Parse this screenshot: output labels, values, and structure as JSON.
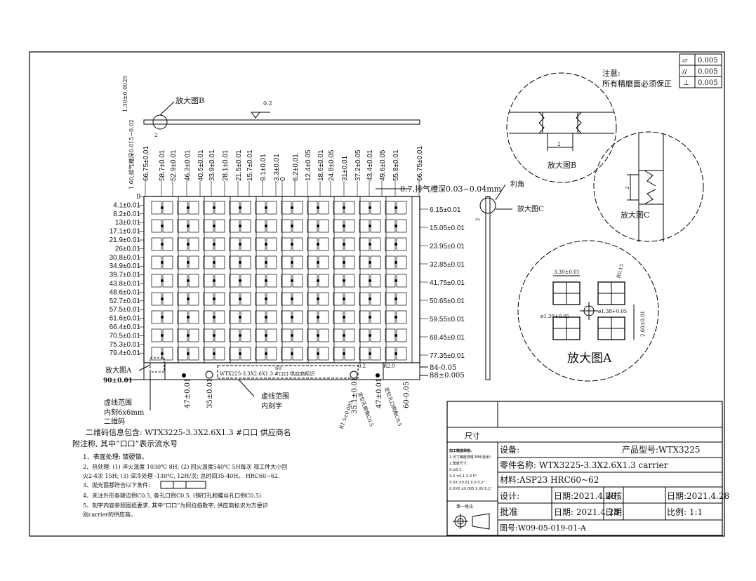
{
  "tolerance_box": [
    {
      "symbol": "▱",
      "value": "0.005"
    },
    {
      "symbol": "//",
      "value": "0.005"
    },
    {
      "symbol": "⊥",
      "value": "0.005"
    }
  ],
  "notes": {
    "title": "注意:",
    "body": "所有精磨面必须保正"
  },
  "top_view": {
    "zoom_b_label": "放大图B",
    "thickness_label": "1.30±0.0025",
    "slot_label": "1.60,排气槽深0.015~0.02",
    "surface_mark": "0.2",
    "small_dim": "2"
  },
  "top_dims": [
    "66.75±0.01",
    "58.7±0.01",
    "52.9±0.01",
    "46.3±0.01",
    "40.5±0.01",
    "33.9±0.01",
    "28.1±0.01",
    "21.5±0.01",
    "15.7±0.01",
    "9.1±0.01",
    "3.3±0.01",
    "0",
    "6.2±0.01",
    "12.4±0.05",
    "18.6±0.01",
    "24.8±0.05",
    "31±0.01",
    "37.2±0.05",
    "43.4±0.01",
    "49.6±0.05",
    "55.8±0.01",
    "66.75±0.01"
  ],
  "slot_note": "0.7,排气槽深0.03~0.04mm",
  "left_dims": [
    "0",
    "4.1±0.01",
    "8.2±0.01",
    "13±0.01",
    "17.1±0.01",
    "21.9±0.01",
    "26±0.01",
    "30.8±0.01",
    "34.9±0.01",
    "39.7±0.01",
    "43.8±0.01",
    "48.6±0.01",
    "52.7±0.01",
    "57.5±0.01",
    "61.6±0.01",
    "66.4±0.01",
    "70.5±0.01",
    "75.3±0.01",
    "79.4±0.01"
  ],
  "left_bottom": {
    "zoom_a": "放大图A",
    "dim_90": "90±0.01"
  },
  "right_dims": [
    "6.15±0.01",
    "15.05±0.01",
    "23.95±0.01",
    "32.85±0.01",
    "41.75±0.01",
    "50.65±0.01",
    "59.55±0.01",
    "68.45±0.01",
    "77.35±0.01"
  ],
  "right_bottom": {
    "dim_84": "84-0.05",
    "dim_88": "88±0.005"
  },
  "bottom_dims": {
    "d47a": "47±0.01",
    "d35": "35±0.01",
    "d351": "35.1±0.01",
    "d47b": "47±0.01",
    "d60": "60-0.05",
    "dim_60": "60",
    "engrave": "WTX225-3.3X2.6X1.3 #口口 供应商标识",
    "r_note1": "R1.5±0.005",
    "r_note2": "定位孔倒角C0.5",
    "r_note3": "定位孔口倒角C0.5",
    "r_note4": "R2.0",
    "d02": "0.2"
  },
  "qr_note": {
    "line1": "虚线范围",
    "line2": "内刻6x6mm",
    "line3": "二维码"
  },
  "engrave_note": {
    "line1": "虚线范围",
    "line2": "内刻字"
  },
  "side_view": {
    "sharp": "利角",
    "zoom_c": "放大图C",
    "thickness": "2"
  },
  "zoom_b": {
    "label": "放大图B",
    "dim": "2"
  },
  "zoom_c": {
    "label": "放大图C",
    "dim": "2"
  },
  "zoom_a": {
    "label": "放大图A",
    "d330": "3.30±0.01",
    "r015": "R0.15",
    "d130": "ø1.30+0.05",
    "d138": "ø1.38+0.05",
    "d260": "2.60±0.01"
  },
  "left_notes": {
    "qr_info": "二维码信息包含: WTX3225-3.3X2.6X1.3 #口口 供应商名",
    "attached": "附注称, 其中“口口”表示流水号",
    "n1": "1、表面处理: 镀硬铬。",
    "n2a": "2、热处理: (1) 淬火温度 1030℃ 8H; (2) 回火温度540℃ 5H每次 视工件大小回",
    "n2b": "火2-4次 15H; (3) 深冷处理 -130℃, 12H/次; 总时间35-40H。 HRC60~62.",
    "n3": "3、抛光面都符合以下条件:",
    "n4": "4、未注外形各陵边倒C0.5, 各孔口倒C0.5. (销钉孔和螺丝孔口倒C0.5)",
    "n5a": "5、刻字内容参照图纸要求, 其中“口口”为阿拉伯数字, 供应商标识为方便识",
    "n5b": "别carrier的供应商。"
  },
  "title_block": {
    "size_label": "尺寸",
    "tol_title": "加工精度规格:",
    "tol_lines": [
      "1.尺寸精度规格   MM(毫米)",
      "2.角度尺寸:",
      "X.±0.1",
      "X.X ±0.1        X  0.5°",
      "X.XX ±0.01      X.X 0.2°",
      "X.XXX ±0.005    X.XX 0.1°"
    ],
    "angle_label": "第一角法",
    "equipment": "设备:",
    "model": "产品型号:WTX3225",
    "part_name": "零件名称: WTX3225-3.3X2.6X1.3 carrier",
    "material": "材料:ASP23    HRC60~62",
    "design": "设计:",
    "design_date": "日期:2021.4.28",
    "review": "审核:",
    "review_date": "日期:2021.4.28",
    "approve": "批准",
    "approve_date": "日期: 2021.4.28",
    "approve_date2": "日期:",
    "scale": "比例: 1:1",
    "drawing_no": "图号:W09-05-019-01-A"
  }
}
